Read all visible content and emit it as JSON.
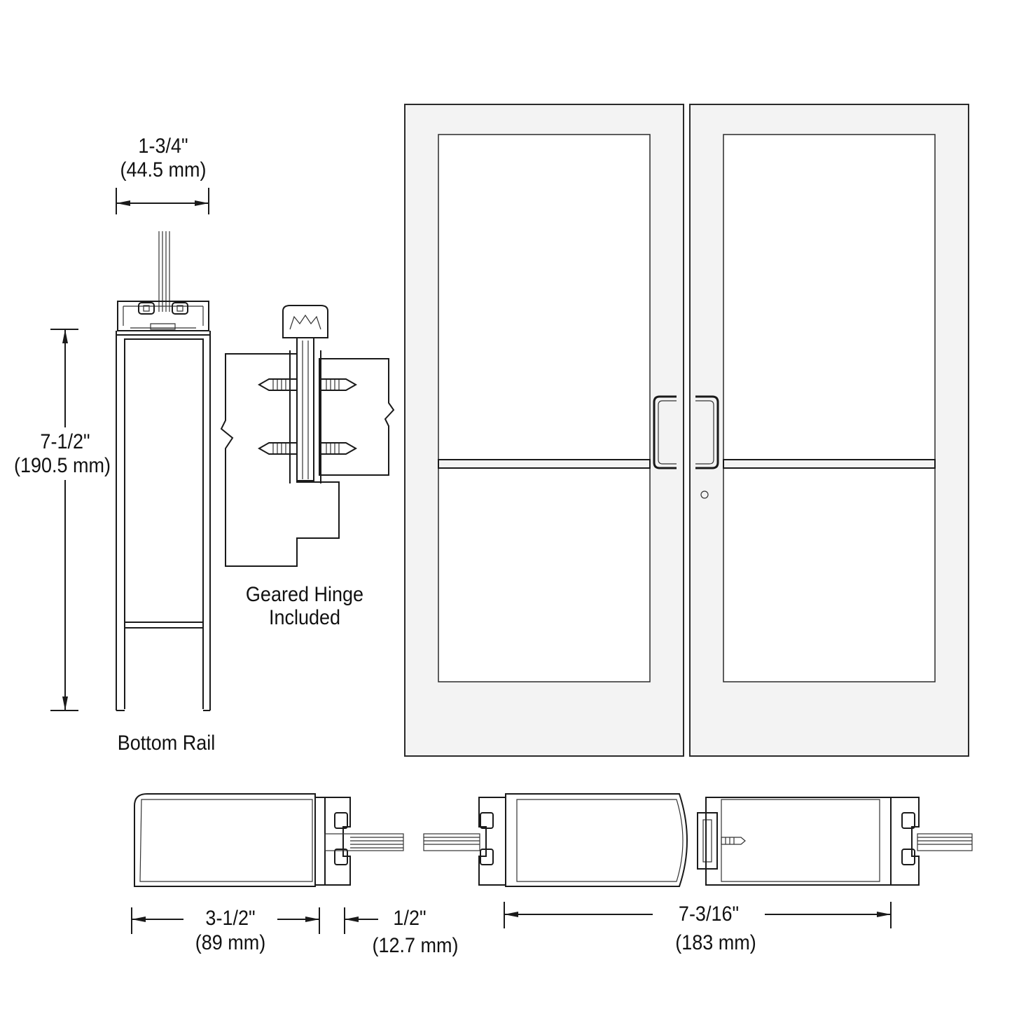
{
  "labels": {
    "width_top": "1-3/4\"",
    "width_top_mm": "(44.5 mm)",
    "height_left": "7-1/2\"",
    "height_left_mm": "(190.5 mm)",
    "bottom_rail": "Bottom Rail",
    "geared_hinge_line1": "Geared Hinge",
    "geared_hinge_line2": "Included",
    "stile_width": "3-1/2\"",
    "stile_width_mm": "(89 mm)",
    "glass_gap": "1/2\"",
    "glass_gap_mm": "(12.7 mm)",
    "meeting_stiles": "7-3/16\"",
    "meeting_stiles_mm": "(183 mm)"
  },
  "colors": {
    "line": "#1a1a1a",
    "door_face": "#f3f3f3",
    "glass": "#ffffff"
  }
}
